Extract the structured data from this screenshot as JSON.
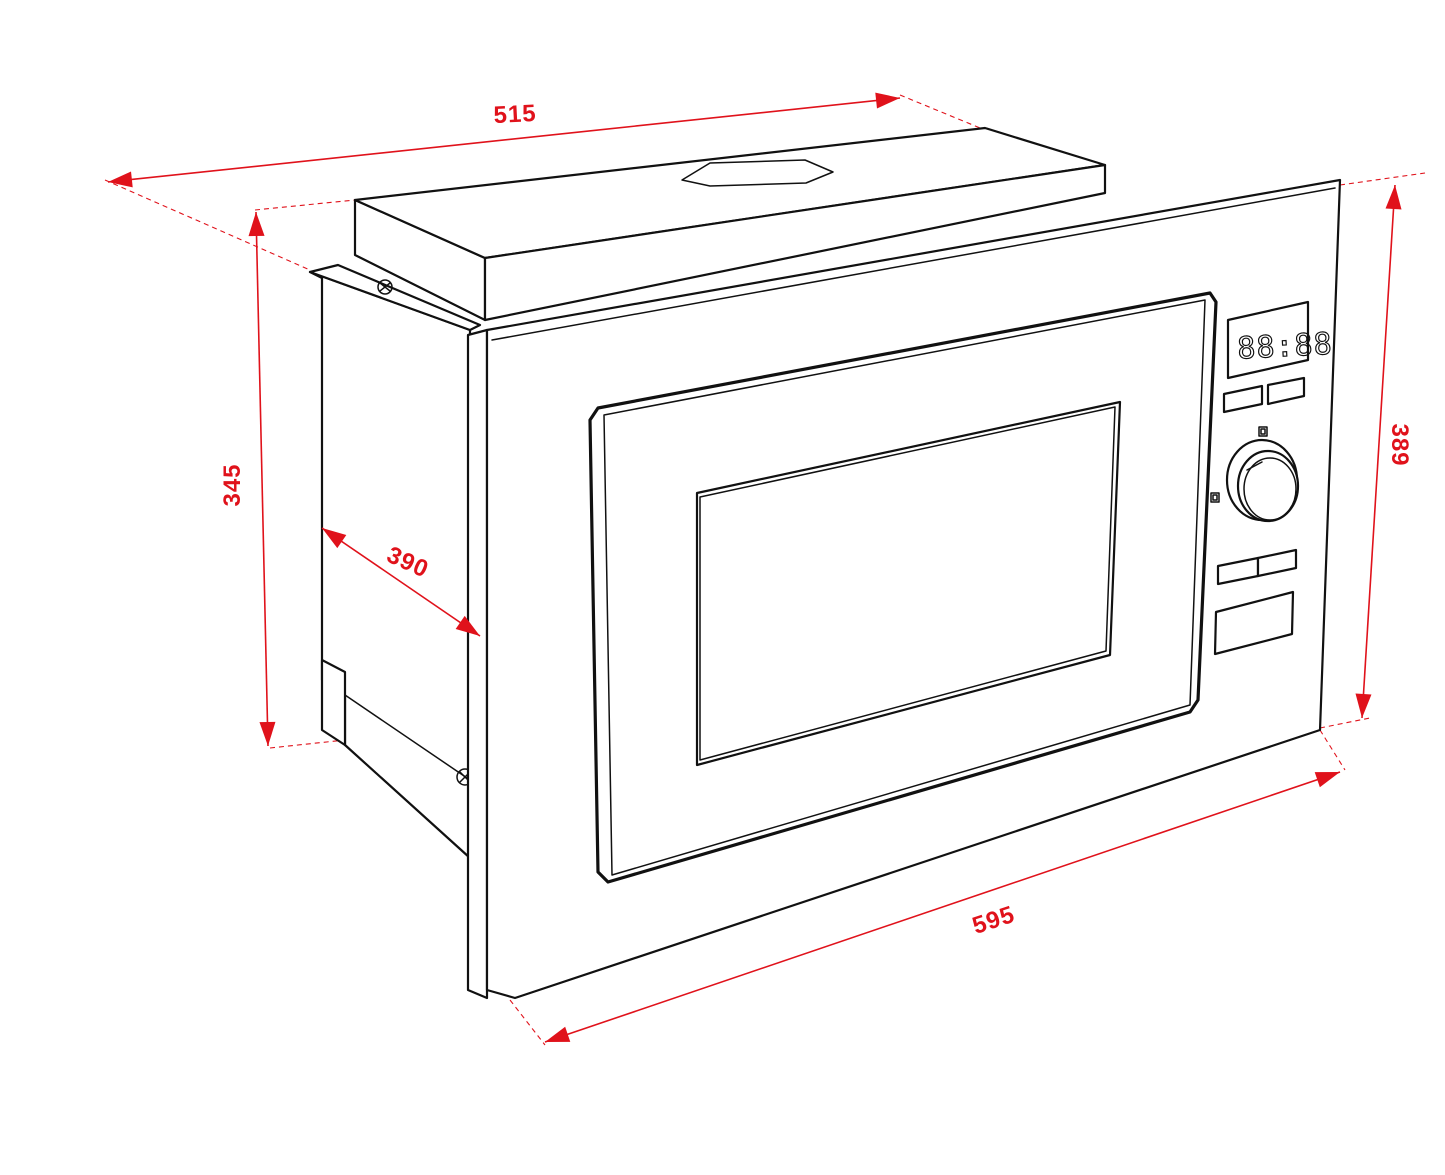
{
  "dimensions": {
    "width": "595",
    "depth_total": "515",
    "height_front": "389",
    "height_body": "345",
    "depth_body": "390"
  },
  "display": {
    "readout": "88:88"
  },
  "colors": {
    "dimension": "#e0121b",
    "outline": "#111111",
    "background": "#ffffff"
  }
}
